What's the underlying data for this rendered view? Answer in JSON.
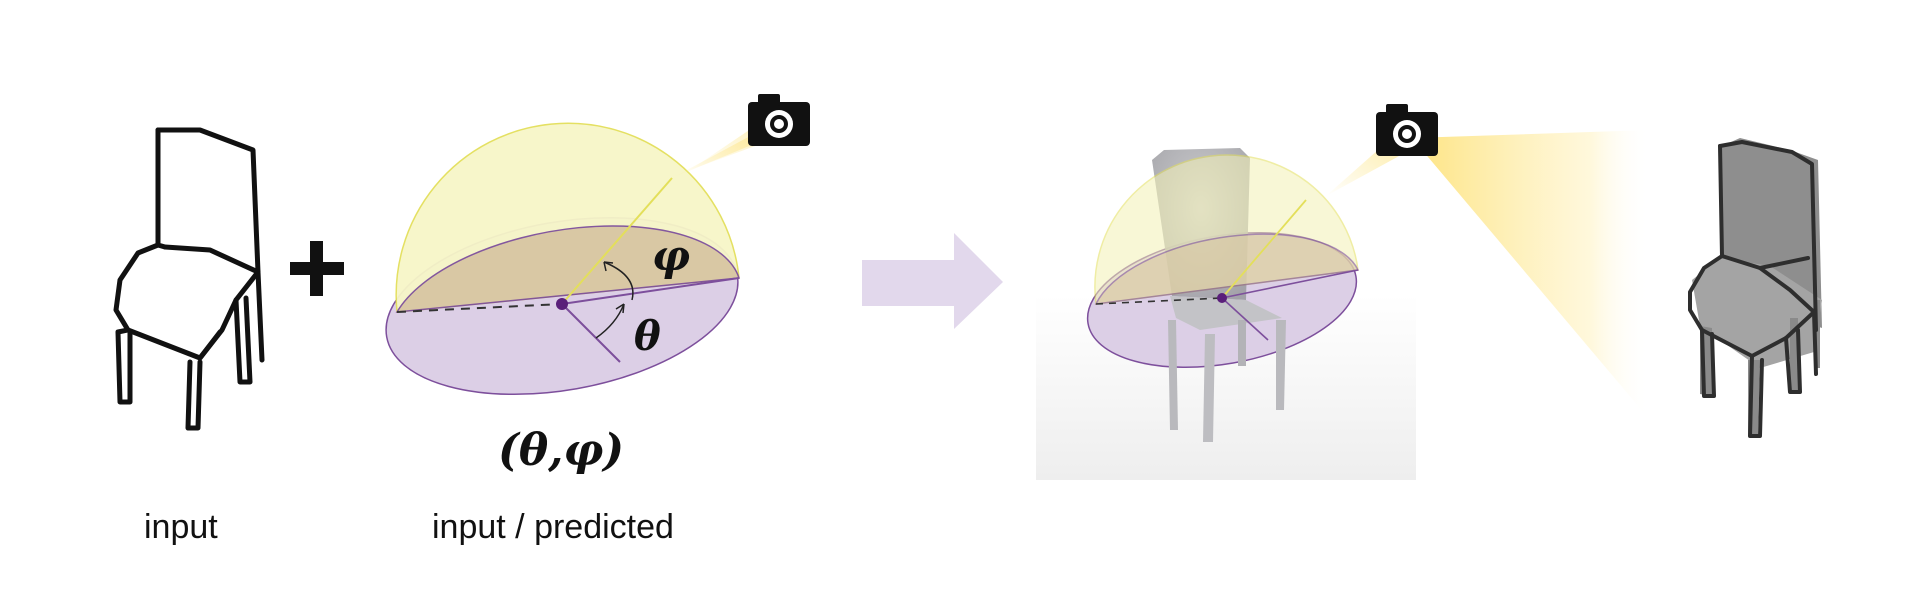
{
  "captions": {
    "sketch": "input",
    "viewpoint": "input / predicted"
  },
  "symbols": {
    "theta": "θ",
    "phi": "φ",
    "pair": "(θ,φ)"
  },
  "icons": [
    "plus-icon",
    "camera-icon",
    "arrow-right-icon"
  ],
  "colors": {
    "upper_hemisphere": "#f7f6c8",
    "upper_stroke": "#e3df5a",
    "equator_disk": "#d8c6a3",
    "lower_disk": "#dccfe6",
    "disk_stroke": "#7d4f9c",
    "center_dot": "#5a1f7a",
    "arrow": "#e2d8ec",
    "camera_light": "#fde893",
    "mesh_gray": "#8e8e8e"
  }
}
